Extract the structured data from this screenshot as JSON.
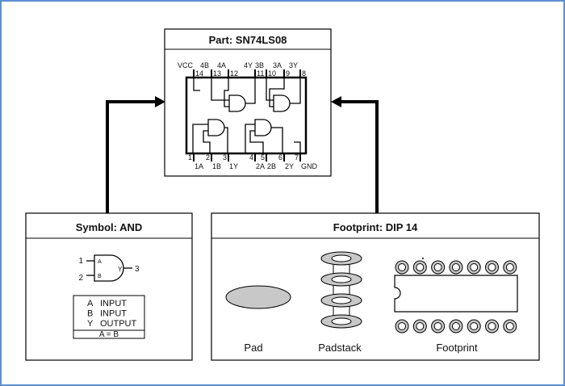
{
  "part_box": {
    "title": "Part: SN74LS08",
    "top_pins": [
      {
        "name": "VCC",
        "number": "14"
      },
      {
        "name": "4B",
        "number": "13"
      },
      {
        "name": "4A",
        "number": "12"
      },
      {
        "name": "4Y",
        "number": "11"
      },
      {
        "name": "3B",
        "number": "10"
      },
      {
        "name": "3A",
        "number": "9"
      },
      {
        "name": "3Y",
        "number": "8"
      }
    ],
    "bottom_pins": [
      {
        "name": "1A",
        "number": "1"
      },
      {
        "name": "1B",
        "number": "2"
      },
      {
        "name": "1Y",
        "number": "3"
      },
      {
        "name": "2A",
        "number": "4"
      },
      {
        "name": "2B",
        "number": "5"
      },
      {
        "name": "2Y",
        "number": "6"
      },
      {
        "name": "GND",
        "number": "7"
      }
    ]
  },
  "symbol_box": {
    "title": "Symbol: AND",
    "gate_inputs": [
      {
        "pin": "1",
        "label": "A"
      },
      {
        "pin": "2",
        "label": "B"
      }
    ],
    "gate_output": {
      "pin": "3",
      "label": "Y"
    },
    "table_rows": [
      {
        "sig": "A",
        "dir": "INPUT"
      },
      {
        "sig": "B",
        "dir": "INPUT"
      },
      {
        "sig": "Y",
        "dir": "OUTPUT"
      }
    ],
    "equation": "A = B"
  },
  "footprint_box": {
    "title": "Footprint: DIP 14",
    "pad_label": "Pad",
    "padstack_label": "Padstack",
    "footprint_label": "Footprint"
  },
  "colors": {
    "frame": "#5b8fd0",
    "pad_fill": "#c8c8c8",
    "ink": "#111111"
  }
}
